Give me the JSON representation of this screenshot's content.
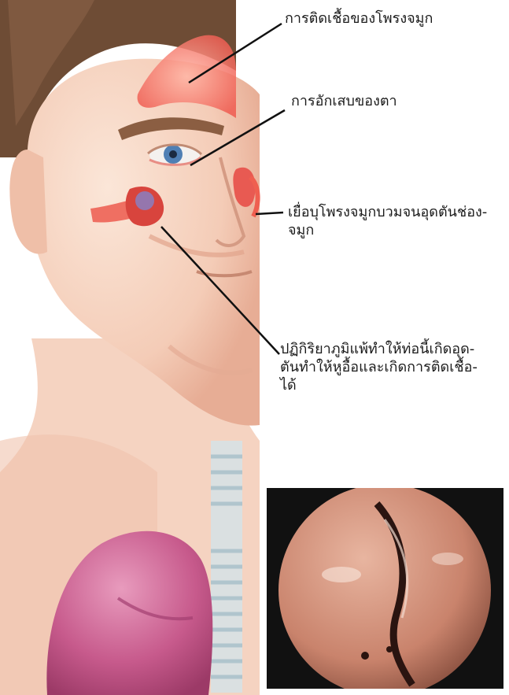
{
  "labels": {
    "sinus_infection": "การติดเชื้อของโพรงจมูก",
    "eye_inflammation": "การอักเสบของตา",
    "nasal_polyp": "เยื่อบุโพรงจมูกบวมจนอุดตันช่อง-\nจมูก",
    "allergy_tube": "ปฏิกิริยาภูมิแพ้ทำให้ท่อนี้เกิดอุด-\nตันทำให้หูอื้อและเกิดการติดเชื้อ-\nได้"
  },
  "colors": {
    "skin": "#f6d3c0",
    "skin_shadow": "#e8b29c",
    "hair": "#6b4a33",
    "sinus_red": "#ef4f4a",
    "lung_pink": "#c5608c",
    "trachea_blue": "#b9d3dc",
    "endoscope_bg": "#111111",
    "mucosa": "#c9866f"
  }
}
